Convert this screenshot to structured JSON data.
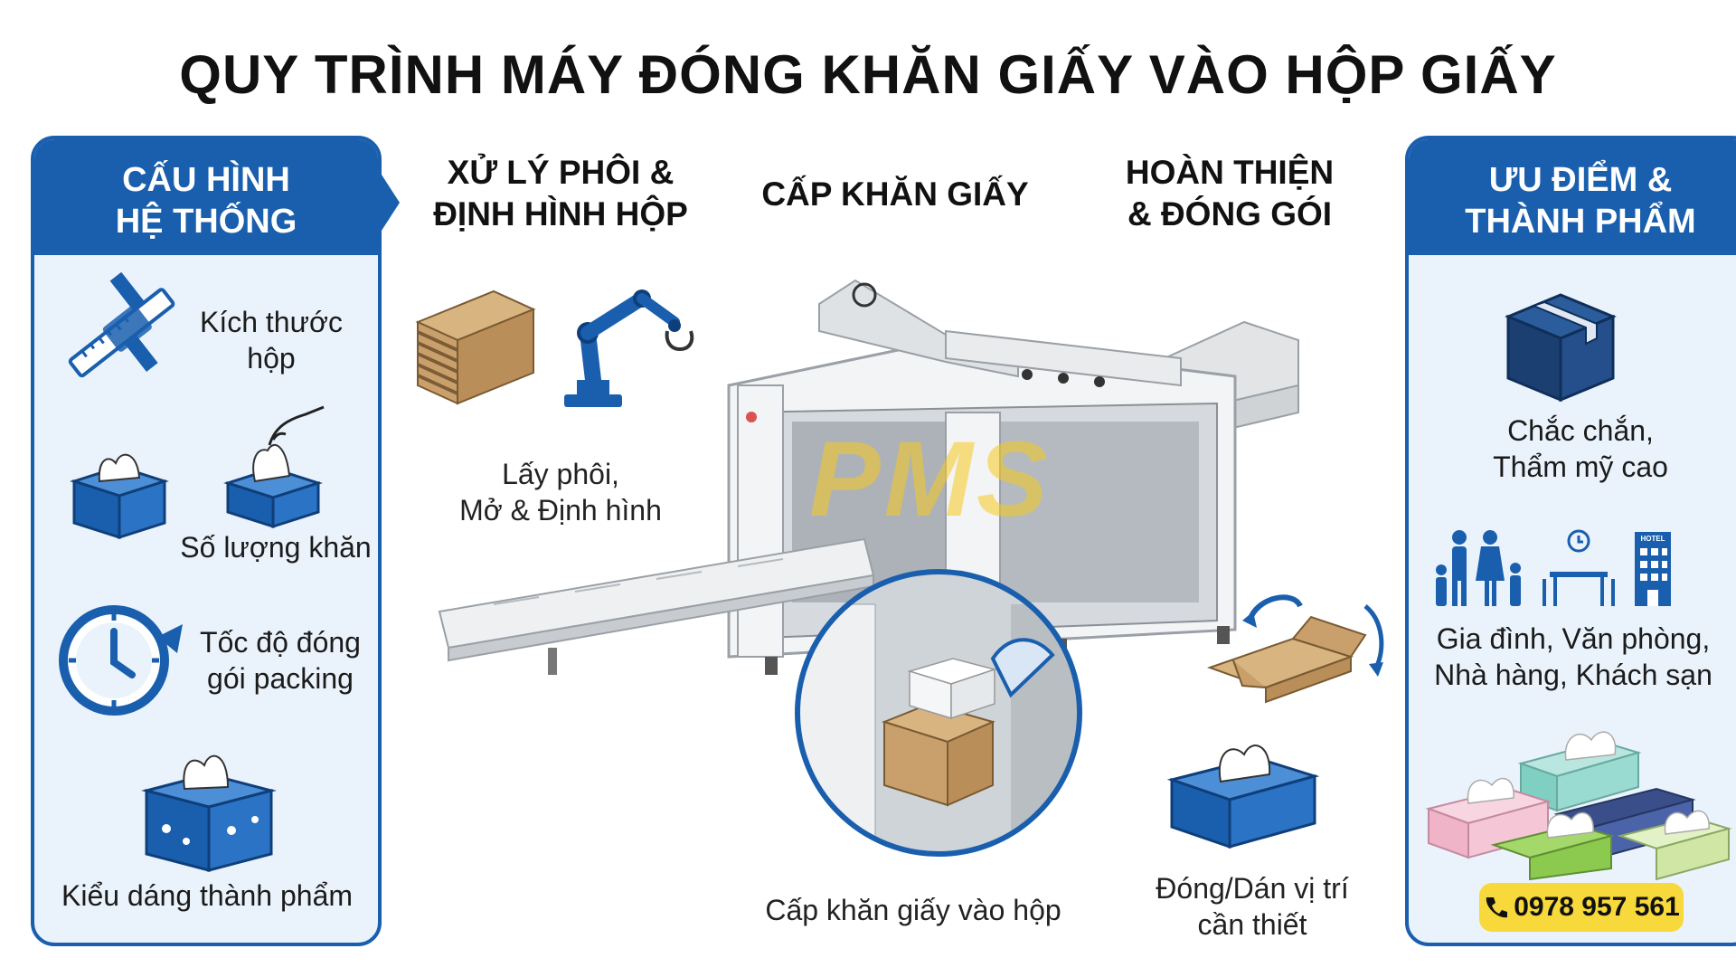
{
  "title": "QUY TRÌNH MÁY ĐÓNG KHĂN GIẤY VÀO HỘP GIẤY",
  "left_panel": {
    "heading": [
      "CẤU HÌNH",
      "HỆ THỐNG"
    ],
    "items": [
      {
        "icon": "caliper-icon",
        "label_lines": [
          "Kích thước",
          "hộp"
        ]
      },
      {
        "icon": "tissue-box-icon",
        "label_lines": [
          "Số lượng khăn"
        ]
      },
      {
        "icon": "clock-icon",
        "label_lines": [
          "Tốc độ đóng",
          "gói packing"
        ]
      },
      {
        "icon": "patterned-tissue-box-icon",
        "label_lines": [
          "Kiểu dáng thành phẩm"
        ]
      }
    ]
  },
  "steps": [
    {
      "heading": [
        "XỬ LÝ PHÔI &",
        "ĐỊNH HÌNH HỘP"
      ],
      "caption": [
        "Lấy phôi,",
        "Mở & Định hình"
      ]
    },
    {
      "heading": [
        "CẤP KHĂN GIẤY"
      ],
      "caption": [
        "Cấp khăn giấy vào hộp"
      ]
    },
    {
      "heading": [
        "HOÀN THIỆN",
        "& ĐÓNG GÓI"
      ],
      "caption": [
        "Đóng/Dán vị trí",
        "cần thiết"
      ]
    }
  ],
  "right_panel": {
    "heading": [
      "ƯU ĐIỂM &",
      "THÀNH PHẨM"
    ],
    "items": [
      {
        "icon": "box-icon",
        "label_lines": [
          "Chắc chắn,",
          "Thẩm mỹ cao"
        ]
      },
      {
        "icon": "family-office-hotel-icon",
        "label_lines": [
          "Gia đình, Văn phòng,",
          "Nhà hàng, Khách sạn"
        ]
      }
    ],
    "hotel_sign": "HOTEL",
    "phone": "0978 957 561"
  },
  "watermark": "PMS",
  "colors": {
    "accent": "#1a5fae",
    "panel_bg": "#eaf3fc",
    "cardboard": "#c9a06b",
    "phone_bg": "#f7d93b",
    "watermark": "#f5c81e"
  }
}
